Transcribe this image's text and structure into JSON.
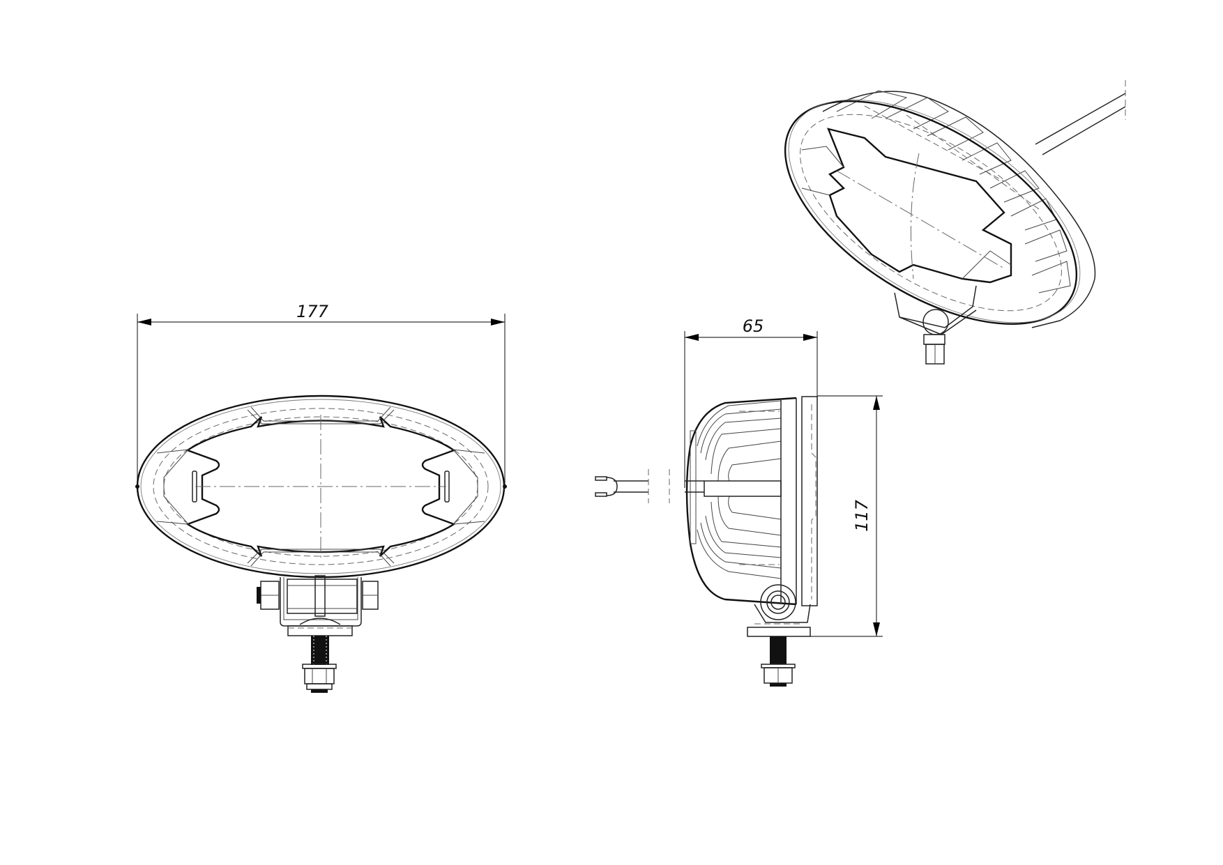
{
  "drawing": {
    "type": "technical_drawing",
    "subject": "oval LED work lamp with mounting bracket",
    "units": "mm",
    "views": [
      {
        "name": "front-view",
        "description": "Front view of oval lamp lens and bezel with bottom mounting bracket and bolt"
      },
      {
        "name": "side-view",
        "description": "Side view showing finned housing, connector cable and mounting base"
      },
      {
        "name": "isometric-view",
        "description": "Isometric 3/4 view of lamp with cable exiting rear"
      }
    ],
    "dimensions": {
      "width": {
        "value": "177",
        "view": "front-view",
        "orientation": "horizontal"
      },
      "depth": {
        "value": "65",
        "view": "side-view",
        "orientation": "horizontal"
      },
      "height": {
        "value": "117",
        "view": "side-view",
        "orientation": "vertical"
      }
    },
    "colors": {
      "background": "#ffffff",
      "line": "#111111",
      "hidden_line": "#666666"
    }
  }
}
